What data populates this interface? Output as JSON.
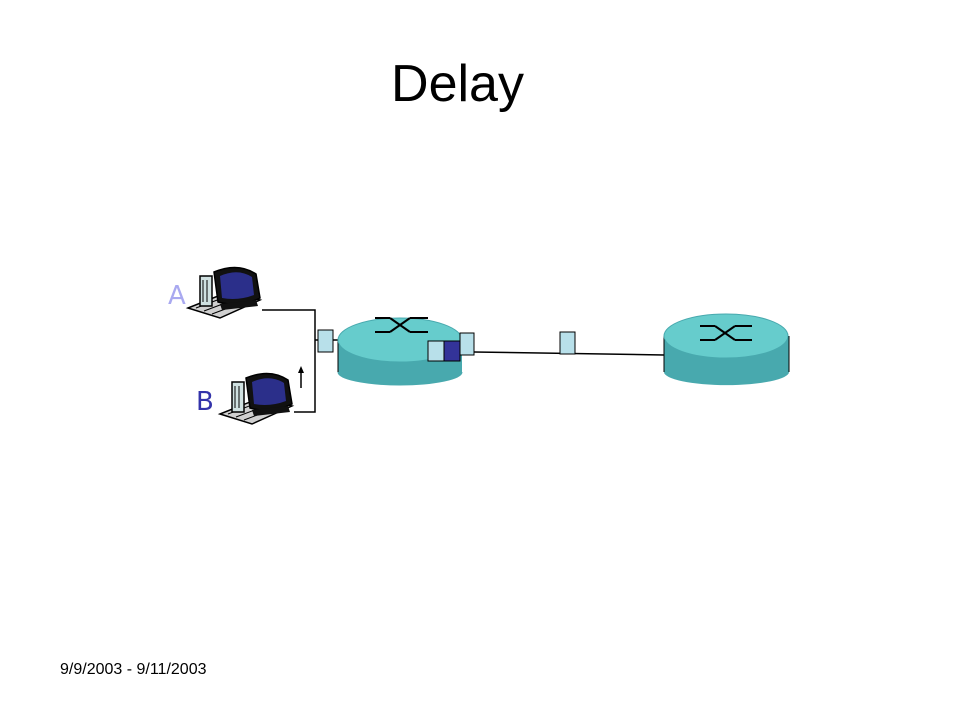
{
  "title": "Delay",
  "footer": "9/9/2003 - 9/11/2003",
  "hosts": [
    {
      "label": "A",
      "color": "#a9a9f0"
    },
    {
      "label": "B",
      "color": "#3333aa"
    }
  ],
  "colors": {
    "router_fill": "#48a9ae",
    "router_top": "#66cccc",
    "packet_fill": "#b8e0ea",
    "packet_queued": "#333399",
    "link": "#000000"
  },
  "icons": {
    "host": "desktop-computer-icon",
    "router": "router-icon",
    "packet": "packet-icon",
    "arrow": "arrow-icon"
  }
}
